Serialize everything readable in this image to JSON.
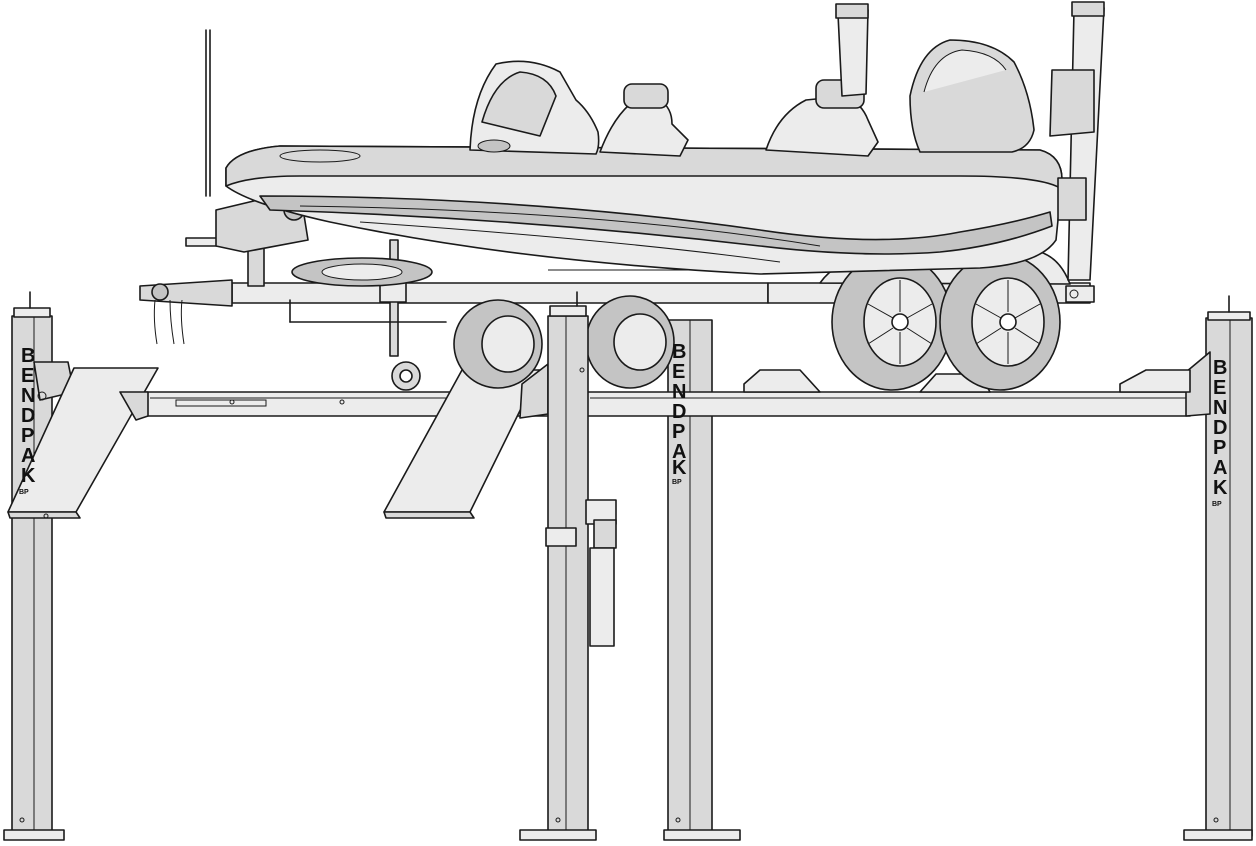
{
  "lift": {
    "brand_letters": [
      "B",
      "E",
      "N",
      "D",
      "P",
      "A",
      "K"
    ],
    "badge": "BP"
  },
  "palette": {
    "line": "#1a1a1a",
    "metal": "#d9d9d9",
    "hull": "#e6e6e6",
    "tire": "#cfcfcf"
  }
}
